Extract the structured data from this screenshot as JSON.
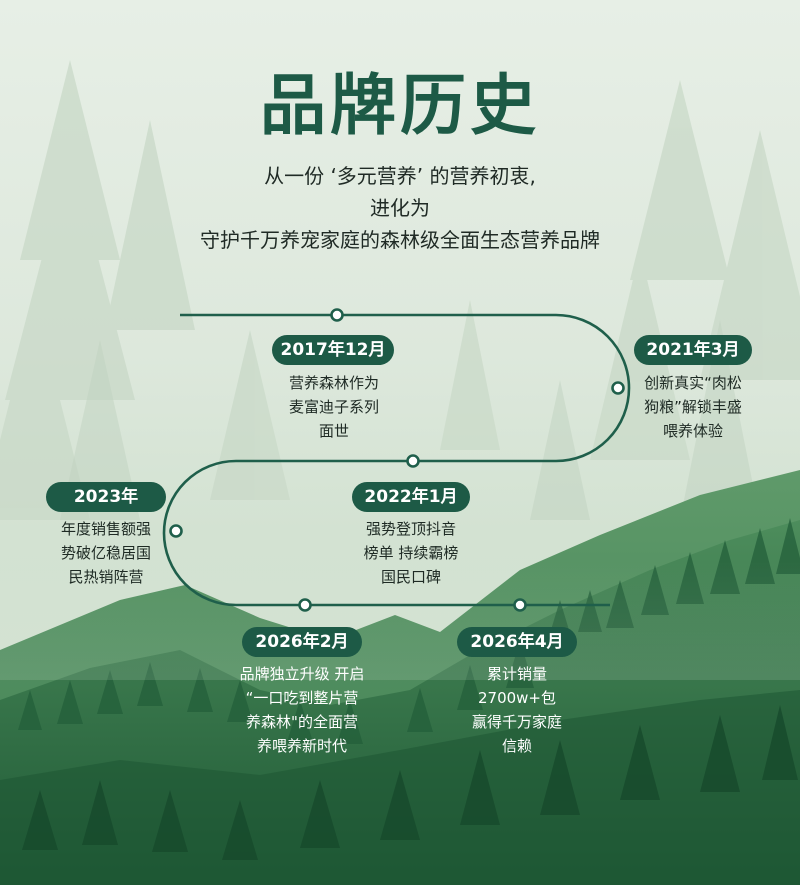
{
  "title": "品牌历史",
  "subtitle": {
    "line1": "从一份 ‘多元营养’ 的营养初衷,",
    "line2": "进化为",
    "line3": "守护千万养宠家庭的森林级全面生态营养品牌"
  },
  "milestones": [
    {
      "date": "2017年12月",
      "lines": [
        "营养森林作为",
        "麦富迪子系列",
        "面世"
      ]
    },
    {
      "date": "2021年3月",
      "lines": [
        "创新真实“肉松",
        "狗粮”解锁丰盛",
        "喂养体验"
      ]
    },
    {
      "date": "2022年1月",
      "lines": [
        "强势登顶抖音",
        "榜单 持续霸榜",
        "国民口碑"
      ]
    },
    {
      "date": "2023年",
      "lines": [
        "年度销售额强",
        "势破亿稳居国",
        "民热销阵营"
      ]
    },
    {
      "date": "2026年2月",
      "lines": [
        "品牌独立升级 开启",
        "“一口吃到整片营",
        "养森林\"的全面营",
        "养喂养新时代"
      ]
    },
    {
      "date": "2026年4月",
      "lines": [
        "累计销量",
        "2700w+包",
        "赢得千万家庭",
        "信赖"
      ]
    }
  ],
  "colors": {
    "accent": "#1d5a46",
    "line": "#1f5f4b",
    "background": "#e2ebe1",
    "forest": "#2f7a49"
  }
}
